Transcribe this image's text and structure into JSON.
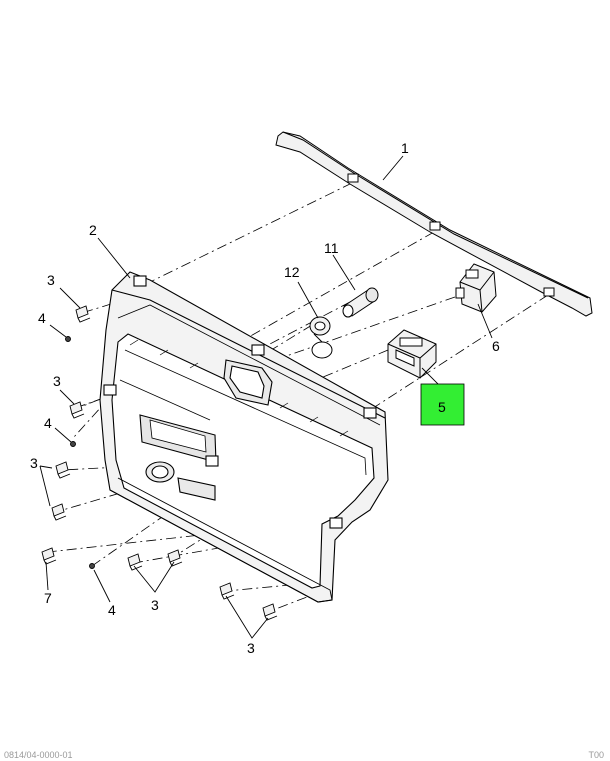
{
  "callouts": {
    "c1": "1",
    "c2": "2",
    "c3a": "3",
    "c3b": "3",
    "c3c": "3",
    "c3d": "3",
    "c3e": "3",
    "c4a": "4",
    "c4b": "4",
    "c4c": "4",
    "c5": "5",
    "c6": "6",
    "c7": "7",
    "c11": "11",
    "c12": "12"
  },
  "highlight_color": "#33ee33",
  "footer": {
    "left": "0814/04-0000-01",
    "right": "T00"
  }
}
